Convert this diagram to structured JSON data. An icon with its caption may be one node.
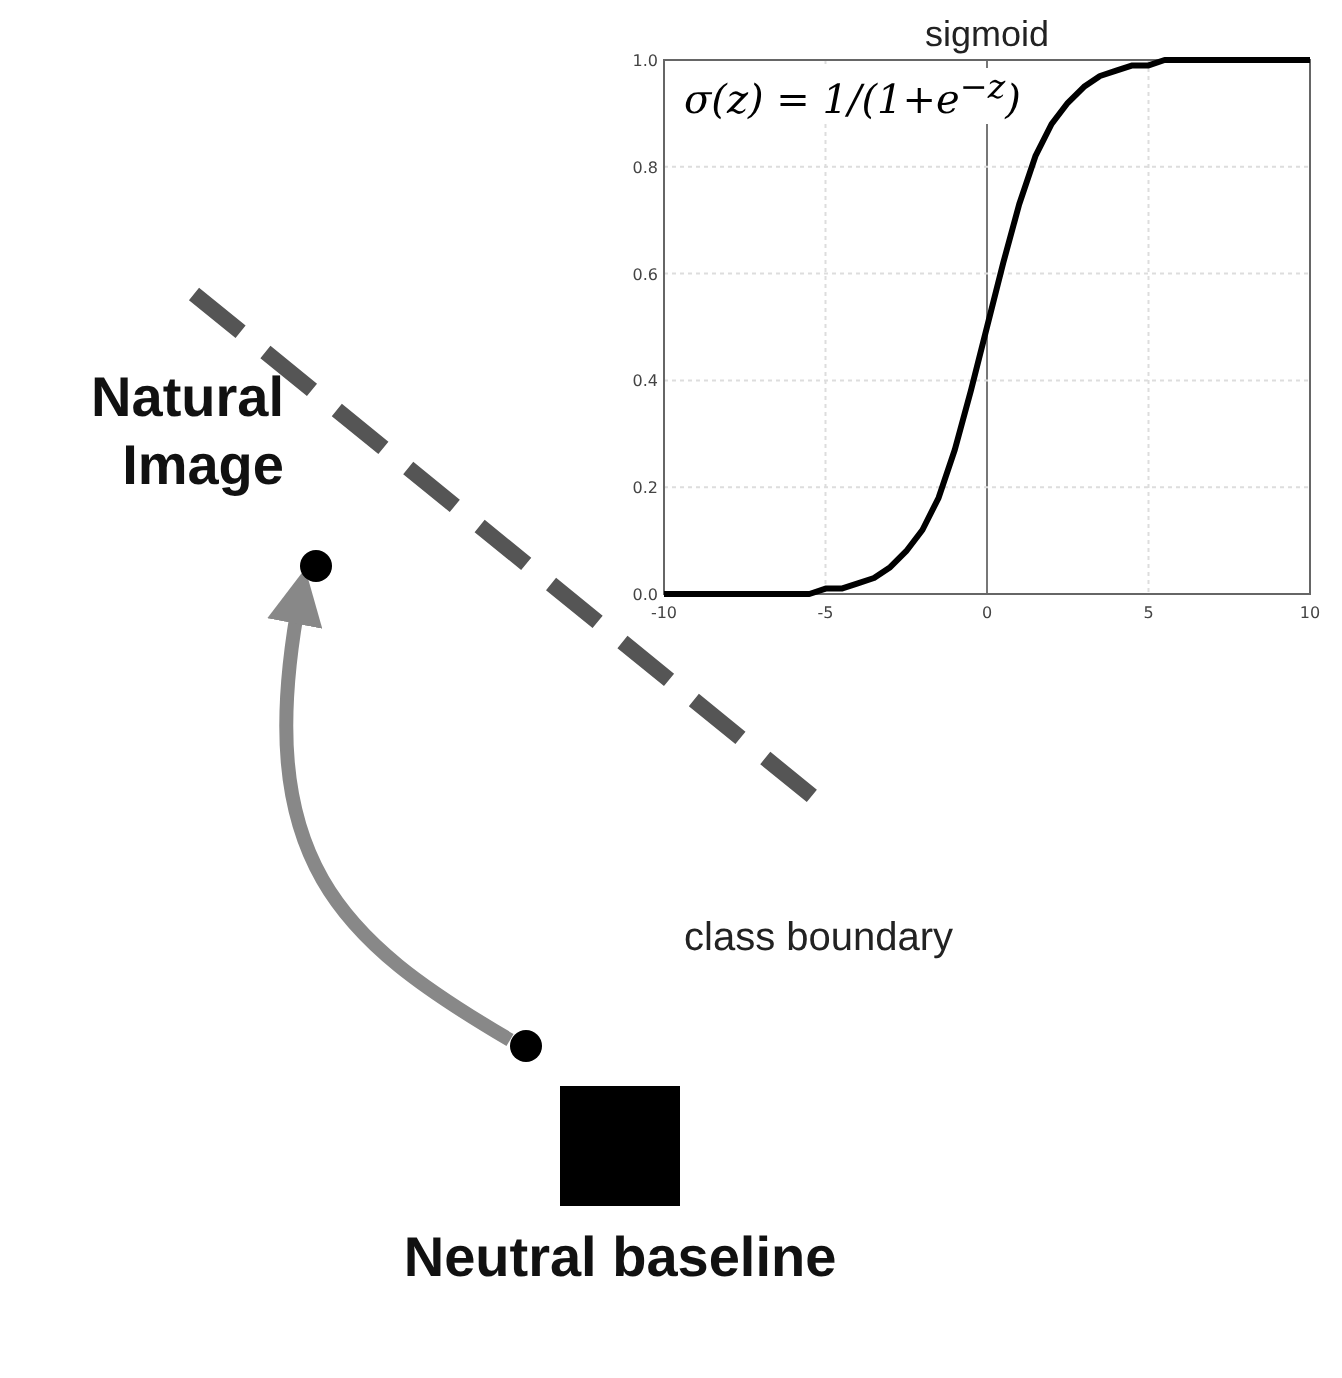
{
  "diagram": {
    "nodes": [
      {
        "text": [],
        "shape": "circle",
        "beside": [
          "Natural Image"
        ]
      },
      {
        "text": [],
        "shape": "circle"
      },
      {
        "text": [],
        "shape": "box",
        "beside": [
          "Neutral baseline"
        ]
      }
    ],
    "edges": [
      {
        "from": 1,
        "to": 0,
        "arrow": "to"
      }
    ],
    "labels": [
      "class boundary"
    ],
    "chart_data": {
      "type": "line",
      "title": "sigmoid",
      "x": [
        -10,
        -9.5,
        -9,
        -8.5,
        -8,
        -7.5,
        -7,
        -6.5,
        -6,
        -5.5,
        -5,
        -4.5,
        -4,
        -3.5,
        -3,
        -2.5,
        -2,
        -1.5,
        -1,
        -0.5,
        0,
        0.5,
        1,
        1.5,
        2,
        2.5,
        3,
        3.5,
        4,
        4.5,
        5,
        5.5,
        6,
        6.5,
        7,
        7.5,
        8,
        8.5,
        9,
        9.5,
        10
      ],
      "series": [
        {
          "color": "#000000",
          "values": [
            0.0,
            0.0,
            0.0,
            0.0,
            0.0,
            0.0,
            0.0,
            0.0,
            0.0,
            0.0,
            0.01,
            0.01,
            0.02,
            0.03,
            0.05,
            0.08,
            0.12,
            0.18,
            0.27,
            0.38,
            0.5,
            0.62,
            0.73,
            0.82,
            0.88,
            0.92,
            0.95,
            0.97,
            0.98,
            0.99,
            0.99,
            1.0,
            1.0,
            1.0,
            1.0,
            1.0,
            1.0,
            1.0,
            1.0,
            1.0,
            1.0
          ]
        }
      ],
      "xlim": [
        -10,
        10
      ],
      "ylim": [
        0,
        1
      ],
      "xticks": [
        -10,
        -5,
        0,
        5,
        10
      ],
      "yticks": [
        {
          "value": 0,
          "label": "0.0"
        },
        0.2,
        0.4,
        0.6,
        0.8,
        {
          "value": 1,
          "label": "1.0"
        }
      ],
      "grid": true,
      "annotations": [
        "σ(z) = 1/(1+e$^{−z}$)"
      ]
    }
  }
}
